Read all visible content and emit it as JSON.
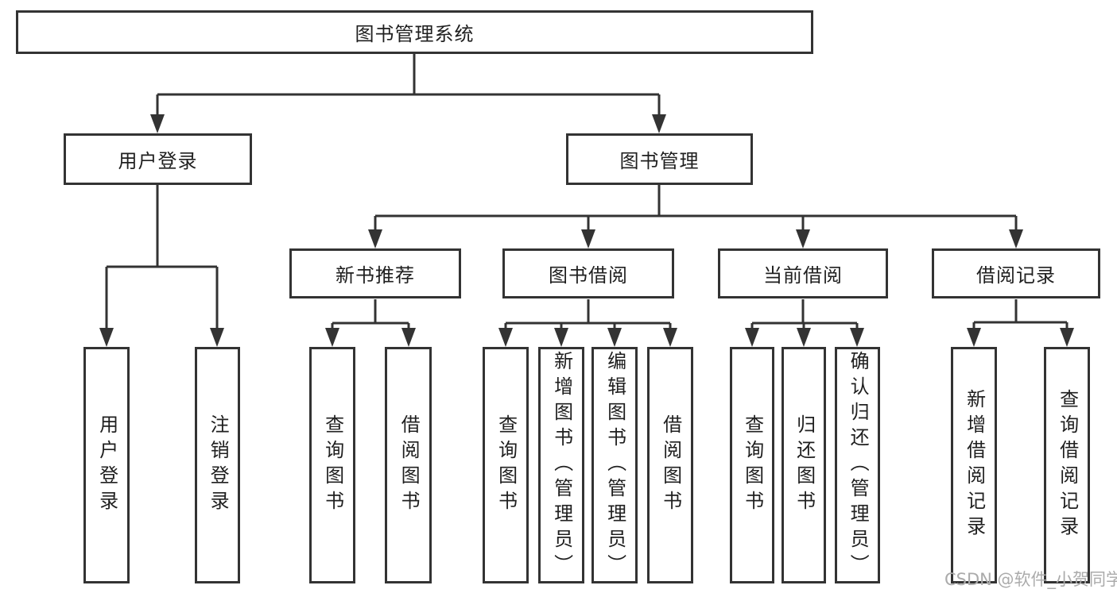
{
  "tree": {
    "root": {
      "label": "图书管理系统",
      "children": [
        {
          "label": "用户登录",
          "children": [
            {
              "label": "用户登录"
            },
            {
              "label": "注销登录"
            }
          ]
        },
        {
          "label": "图书管理",
          "children": [
            {
              "label": "新书推荐",
              "children": [
                {
                  "label": "查询图书"
                },
                {
                  "label": "借阅图书"
                }
              ]
            },
            {
              "label": "图书借阅",
              "children": [
                {
                  "label": "查询图书"
                },
                {
                  "label": "新增图书（管理员）"
                },
                {
                  "label": "编辑图书（管理员）"
                },
                {
                  "label": "借阅图书"
                }
              ]
            },
            {
              "label": "当前借阅",
              "children": [
                {
                  "label": "查询图书"
                },
                {
                  "label": "归还图书"
                },
                {
                  "label": "确认归还（管理员）"
                }
              ]
            },
            {
              "label": "借阅记录",
              "children": [
                {
                  "label": "新增借阅记录"
                },
                {
                  "label": "查询借阅记录"
                }
              ]
            }
          ]
        }
      ]
    }
  },
  "watermark": {
    "text": "CSDN @软件_小贺同学"
  },
  "colors": {
    "line": "#333333",
    "box_border": "#333333",
    "text": "#1f1f1f",
    "watermark": "#ababab",
    "background": "#ffffff"
  }
}
